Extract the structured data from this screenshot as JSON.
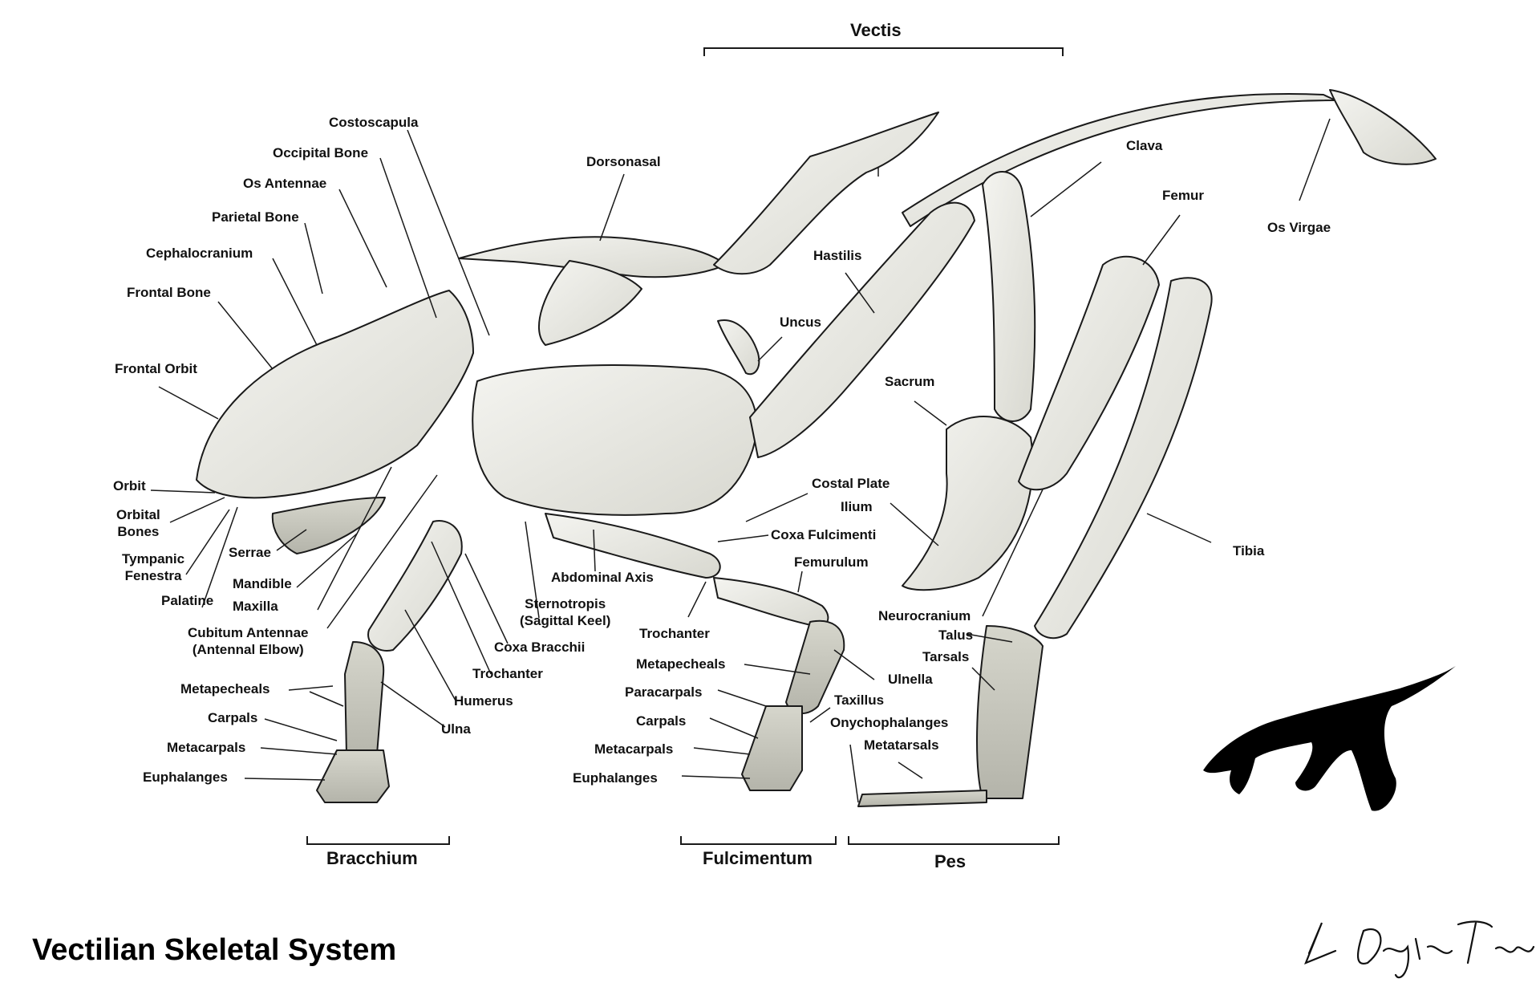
{
  "title": "Vectilian Skeletal System",
  "signature": "Dylan Tracey",
  "colors": {
    "bone_fill": "#e9e9e4",
    "bone_dark": "#bdbdb4",
    "ink": "#1a1a1a",
    "silhouette": "#000000"
  },
  "regions": {
    "vectis": "Vectis",
    "bracchium": "Bracchium",
    "fulcimentum": "Fulcimentum",
    "pes": "Pes"
  },
  "labels": {
    "costoscapula": "Costoscapula",
    "occipital_bone": "Occipital Bone",
    "os_antennae": "Os Antennae",
    "parietal_bone": "Parietal Bone",
    "cephalocranium": "Cephalocranium",
    "frontal_bone": "Frontal Bone",
    "frontal_orbit": "Frontal Orbit",
    "orbit": "Orbit",
    "orbital_bones": "Orbital\nBones",
    "tympanic_fenestra": "Tympanic\nFenestra",
    "palatine": "Palatine",
    "serrae": "Serrae",
    "mandible": "Mandible",
    "maxilla": "Maxilla",
    "cubitum_antennae": "Cubitum Antennae\n(Antennal Elbow)",
    "metapecheals_front": "Metapecheals",
    "carpals_front": "Carpals",
    "metacarpals_front": "Metacarpals",
    "euphalanges_front": "Euphalanges",
    "ulna": "Ulna",
    "humerus": "Humerus",
    "trochanter_front": "Trochanter",
    "coxa_bracchii": "Coxa Bracchii",
    "sternotropis": "Sternotropis\n(Sagittal Keel)",
    "abdominal_axis": "Abdominal Axis",
    "dorsonasal": "Dorsonasal",
    "hastilis": "Hastilis",
    "uncus": "Uncus",
    "costal_plate": "Costal Plate",
    "coxa_fulcimenti": "Coxa Fulcimenti",
    "femurulum": "Femurulum",
    "trochanter_mid": "Trochanter",
    "metapecheals_mid": "Metapecheals",
    "paracarpals": "Paracarpals",
    "carpals_mid": "Carpals",
    "metacarpals_mid": "Metacarpals",
    "euphalanges_mid": "Euphalanges",
    "ulnella": "Ulnella",
    "taxillus": "Taxillus",
    "onychophalanges": "Onychophalanges",
    "metatarsals": "Metatarsals",
    "clava": "Clava",
    "femur": "Femur",
    "os_virgae": "Os Virgae",
    "sacrum": "Sacrum",
    "ilium": "Ilium",
    "tibia": "Tibia",
    "neurocranium": "Neurocranium",
    "talus": "Talus",
    "tarsals": "Tarsals"
  }
}
